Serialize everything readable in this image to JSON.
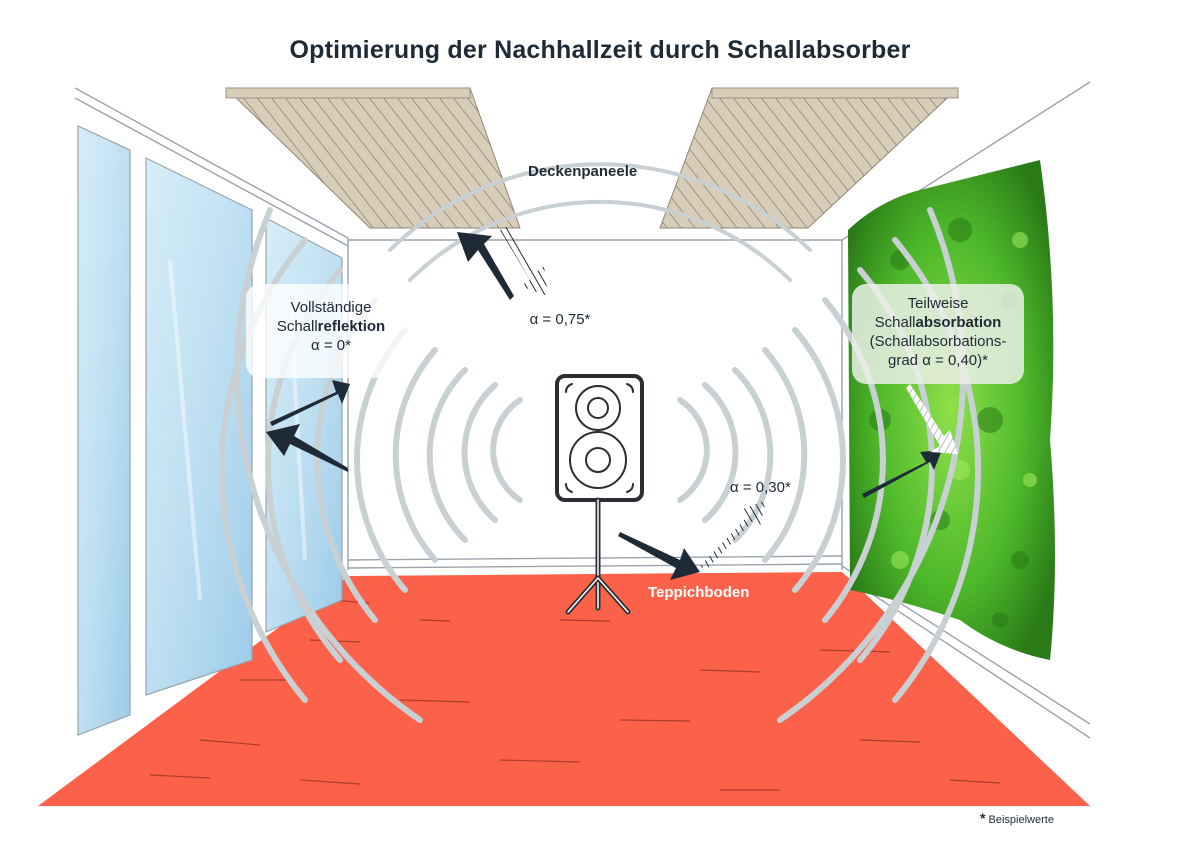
{
  "title": "Optimierung der Nachhallzeit durch Schallabsorber",
  "colors": {
    "text": "#1e2a36",
    "floor": "#fb6249",
    "floor_scratch": "#8a2e22",
    "ceiling_panel": "#d8cdb8",
    "ceiling_panel_line": "#8f8574",
    "window_glass": "#bfe0f2",
    "window_glass_deep": "#9ccbe9",
    "wall_line": "#9aa3ad",
    "sound_wave": "#c9d0d3",
    "arrow": "#1e2a36",
    "green_wall": "#4db82a",
    "green_wall_dark": "#2a7a17",
    "green_wall_light": "#8fe04a"
  },
  "labels": {
    "ceiling_panels": "Deckenpaneele",
    "ceiling_alpha": "α = 0,75*",
    "reflection": {
      "line1": "Vollständige",
      "line2_prefix": "Schall",
      "line2_bold": "reflektion",
      "line3": "α = 0*"
    },
    "absorption": {
      "line1": "Teilweise",
      "line2_prefix": "Schall",
      "line2_bold": "absorbation",
      "line3": "(Schallabsorbations-",
      "line4": "grad α = 0,40)*"
    },
    "carpet_alpha": "α = 0,30*",
    "carpet": "Teppichboden"
  },
  "footnote": {
    "star": "*",
    "text": "Beispielwerte"
  },
  "icons": {
    "speaker": "speaker-icon",
    "sound_waves": "sound-wave-icon",
    "arrow": "arrow-icon",
    "absorbed_arrow": "hatched-arrow-icon"
  }
}
